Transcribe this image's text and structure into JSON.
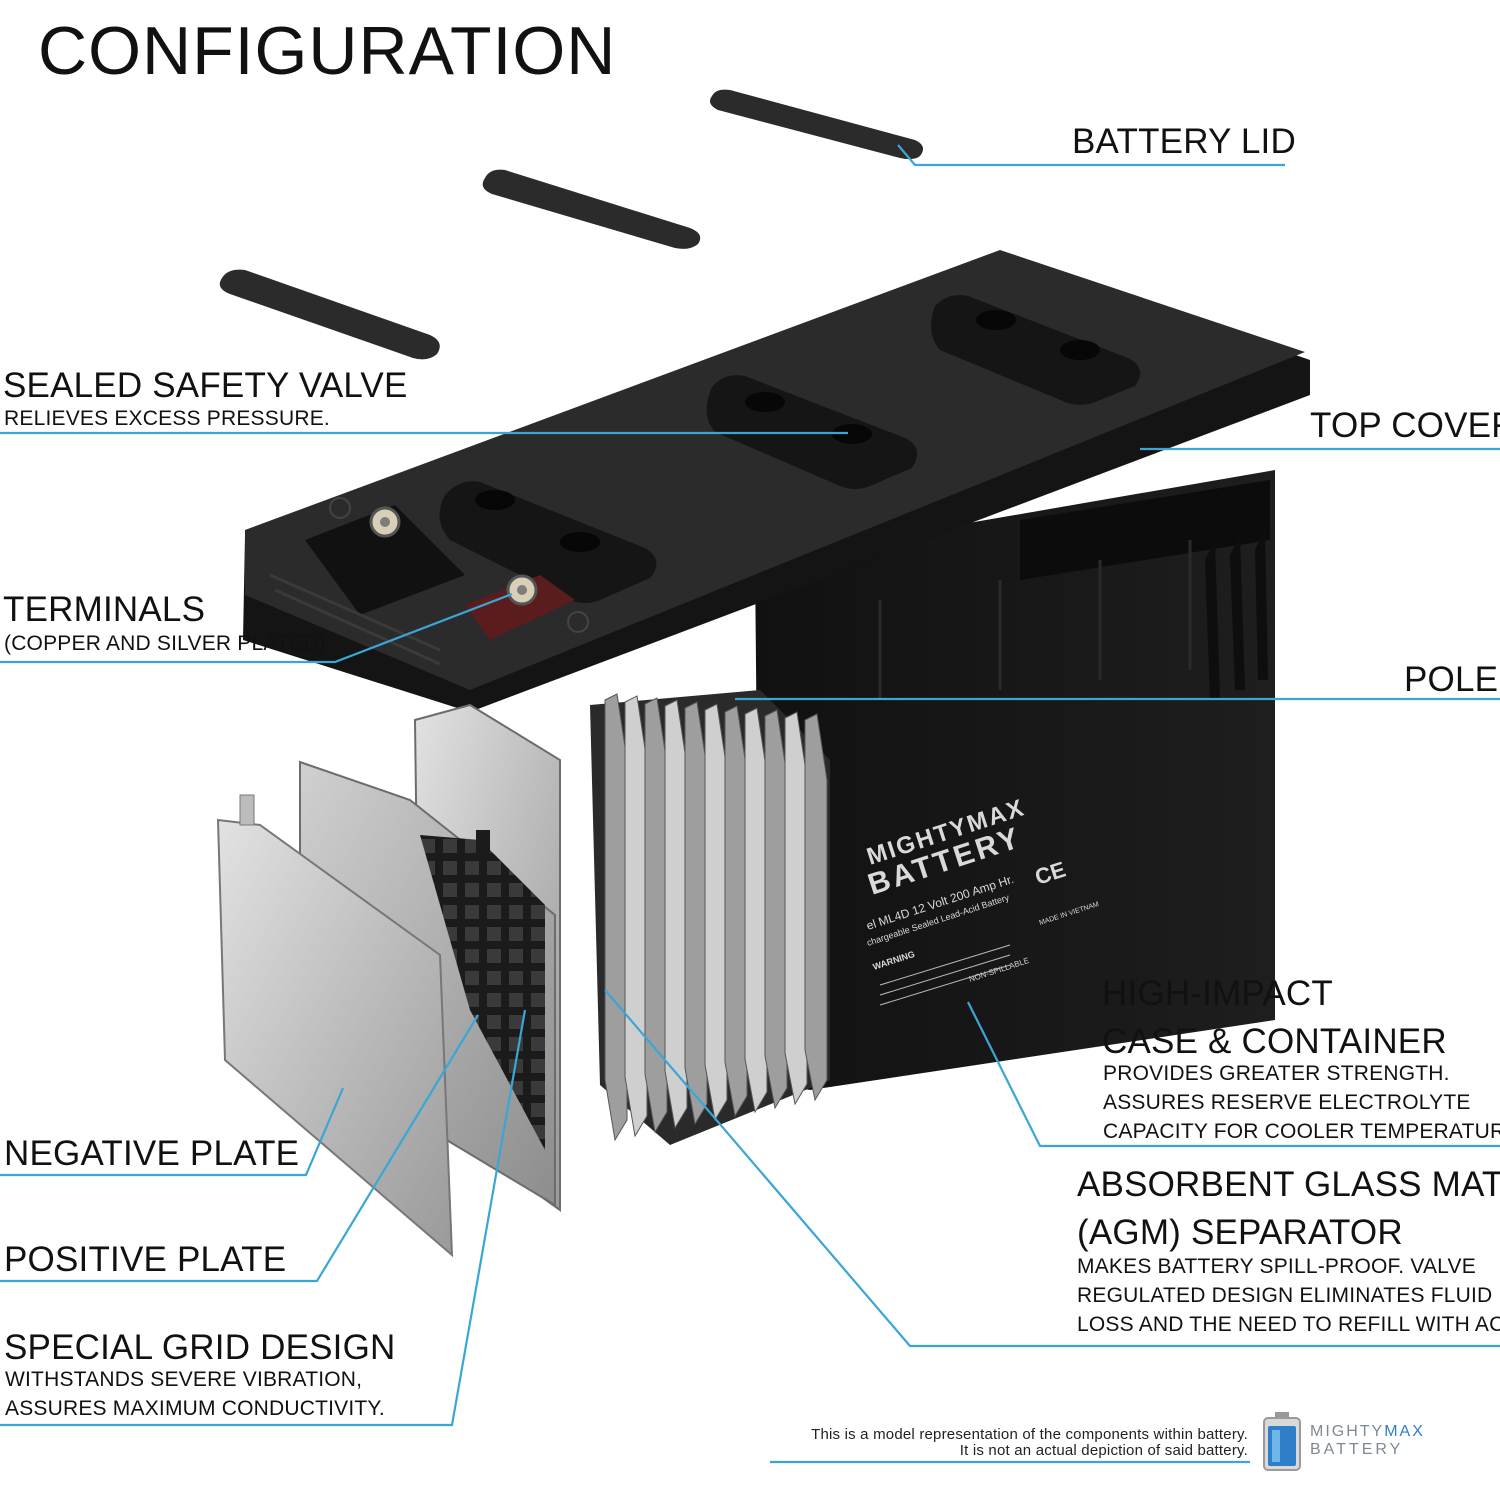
{
  "title": "CONFIGURATION",
  "labels": {
    "battery_lid": "BATTERY LID",
    "safety_valve": {
      "heading": "SEALED SAFETY VALVE",
      "desc": "RELIEVES EXCESS PRESSURE."
    },
    "top_cover": "TOP COVER",
    "terminals": {
      "heading": "TERMINALS",
      "desc": "(COPPER AND SILVER PLATED)"
    },
    "pole": "POLE",
    "case": {
      "heading_1": "HIGH-IMPACT",
      "heading_2": "CASE & CONTAINER",
      "desc_1": "PROVIDES GREATER STRENGTH.",
      "desc_2": "ASSURES RESERVE ELECTROLYTE",
      "desc_3": "CAPACITY FOR COOLER TEMPERATURES."
    },
    "separator": {
      "heading_1": "ABSORBENT GLASS MAT",
      "heading_2": "(AGM) SEPARATOR",
      "desc_1": "MAKES BATTERY SPILL-PROOF. VALVE",
      "desc_2": "REGULATED DESIGN ELIMINATES FLUID",
      "desc_3": "LOSS AND THE NEED TO REFILL WITH ACID."
    },
    "negative_plate": "NEGATIVE PLATE",
    "positive_plate": "POSITIVE PLATE",
    "grid": {
      "heading": "SPECIAL GRID DESIGN",
      "desc_1": "WITHSTANDS SEVERE VIBRATION,",
      "desc_2": "ASSURES MAXIMUM CONDUCTIVITY."
    }
  },
  "battery_print": {
    "brand_line_1": "MIGHTYMAX",
    "brand_line_2": "BATTERY",
    "model": "el ML4D  12 Volt 200 Amp Hr.",
    "type": "chargeable Sealed Lead-Acid Battery",
    "warning": "WARNING",
    "non_spillable": "NON-SPILLABLE",
    "made_in": "MADE IN VIETNAM",
    "marks": "CE"
  },
  "disclaimer": {
    "line_1": "This is a model representation of the components within battery.",
    "line_2": "It is not an actual depiction of said battery."
  },
  "logo": {
    "line_1_a": "MIGHTY",
    "line_1_b": "MAX",
    "line_2": "BATTERY"
  },
  "colors": {
    "leader": "#3aa6d6",
    "battery_body": "#1a1a1a",
    "cover": "#252525",
    "plate_light": "#c9c9c9",
    "plate_dark": "#8e8e8e"
  }
}
